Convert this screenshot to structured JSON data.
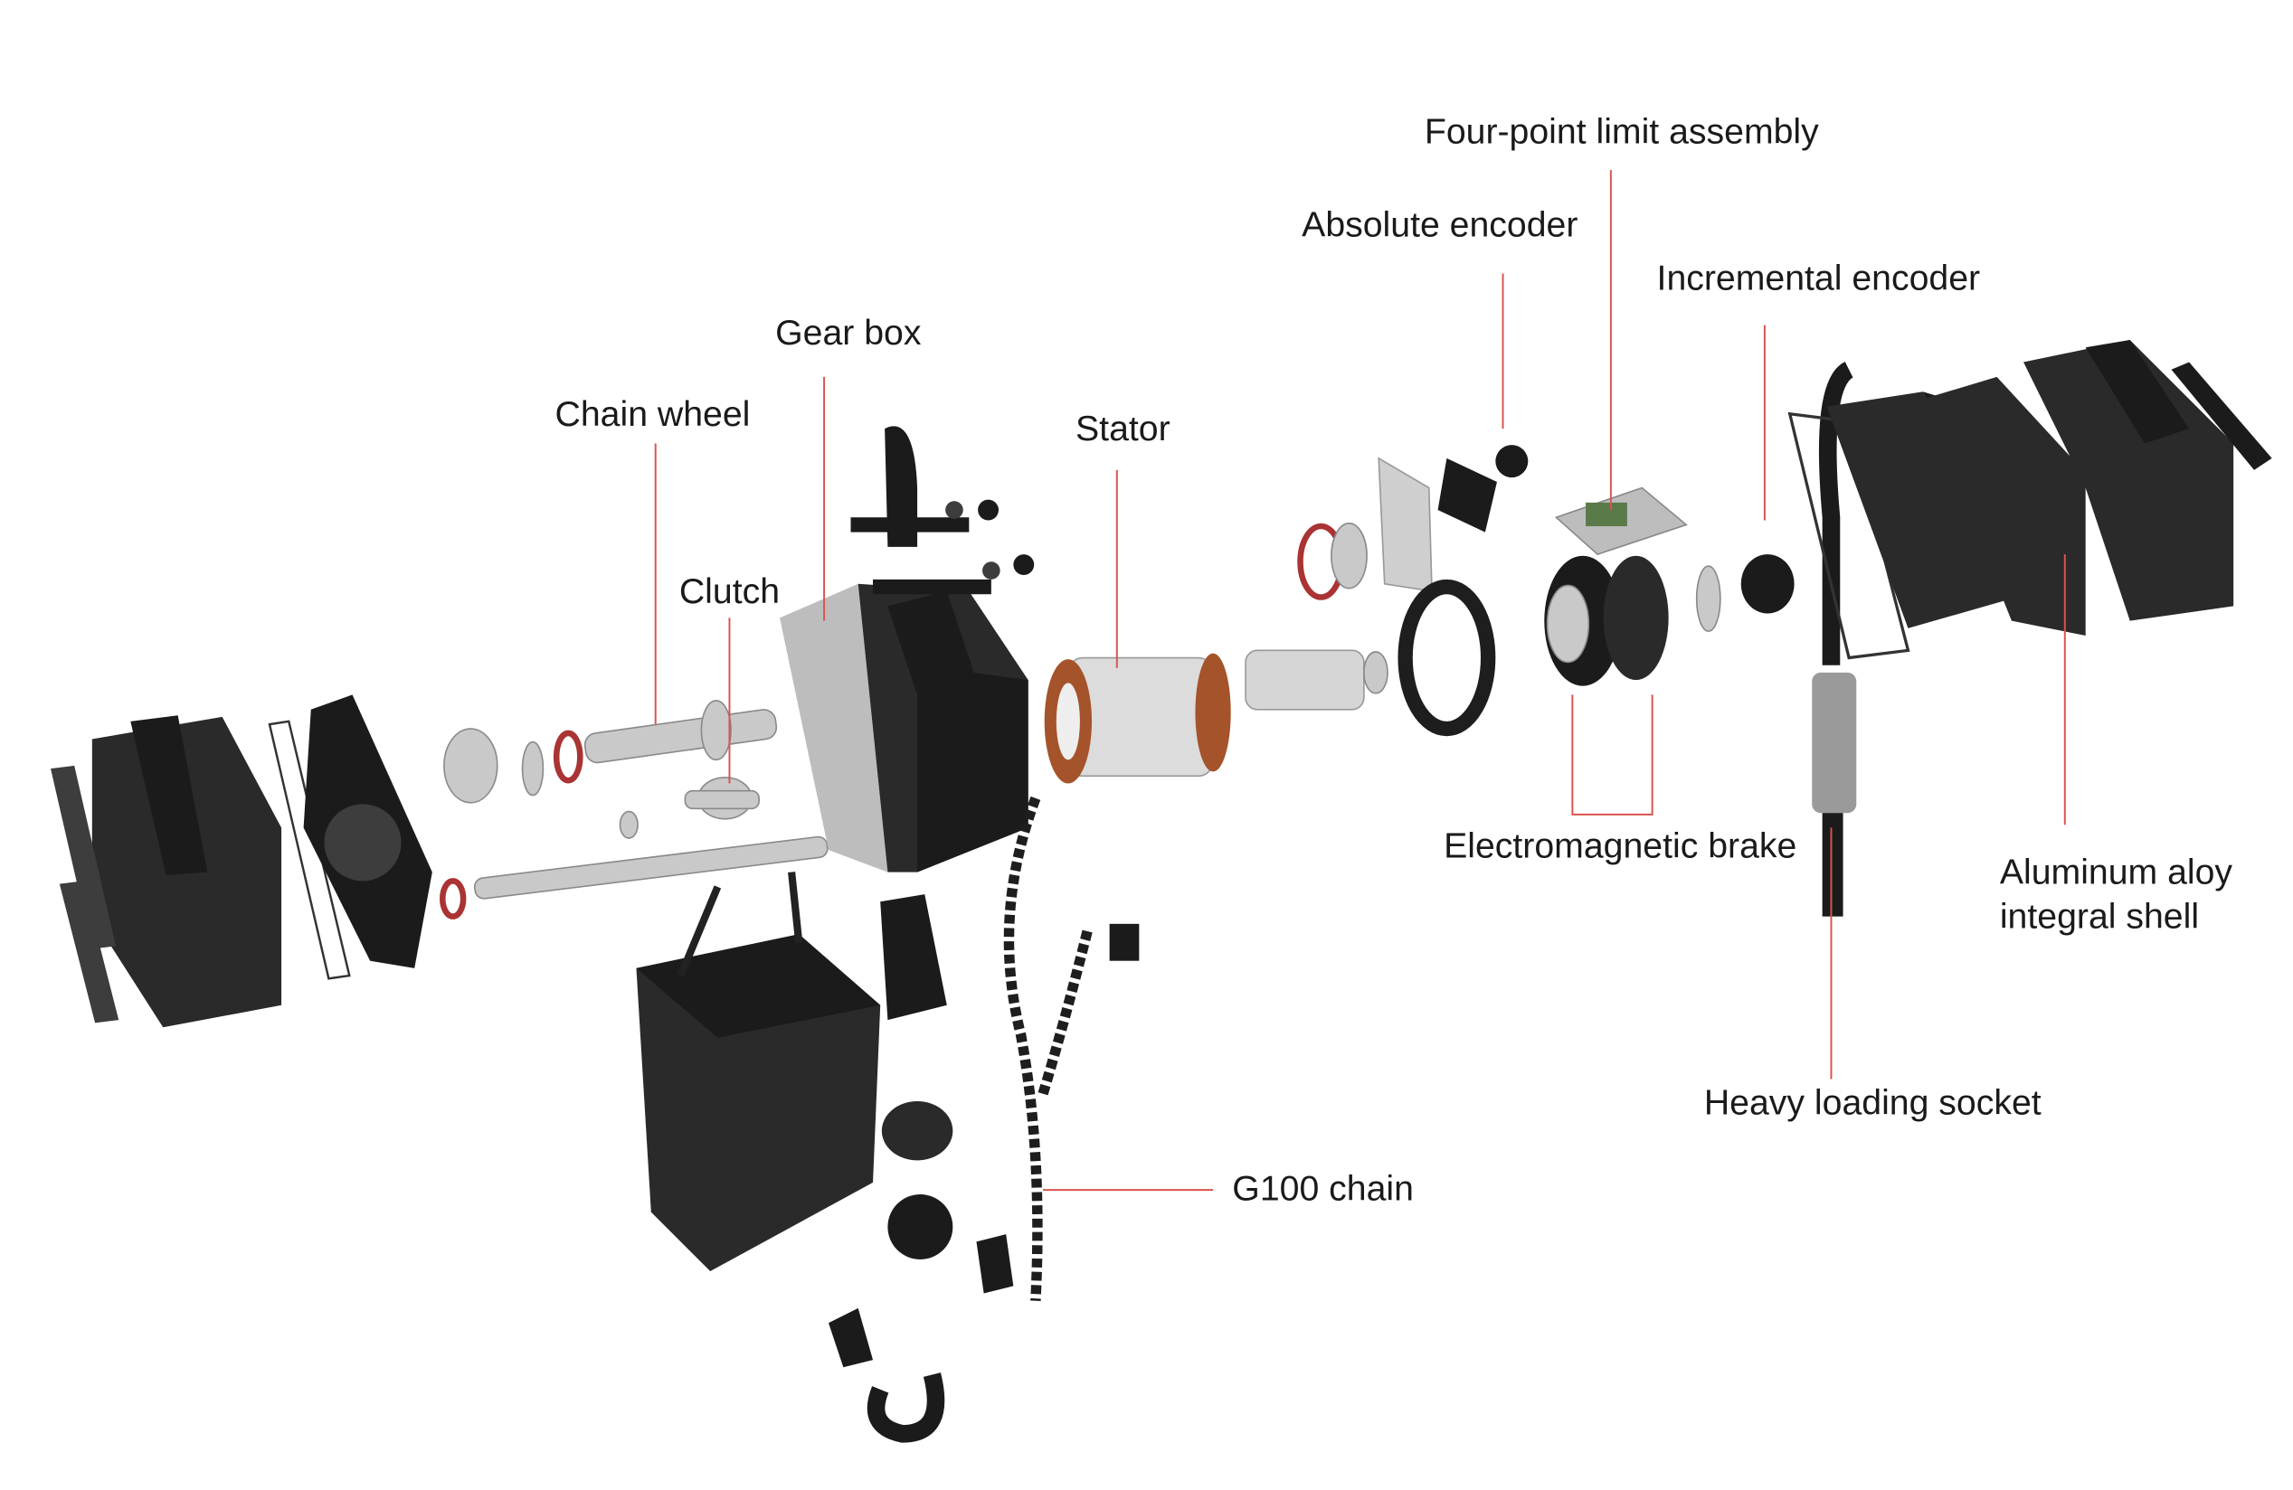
{
  "diagram": {
    "labels": {
      "four_point_limit": "Four-point limit assembly",
      "absolute_encoder": "Absolute encoder",
      "incremental_encoder": "Incremental encoder",
      "gear_box": "Gear box",
      "chain_wheel": "Chain wheel",
      "stator": "Stator",
      "clutch": "Clutch",
      "electromagnetic_brake": "Electromagnetic brake",
      "aluminum_shell_line1": "Aluminum aloy",
      "aluminum_shell_line2": "integral shell",
      "heavy_loading_socket": "Heavy loading socket",
      "g100_chain": "G100 chain"
    },
    "colors": {
      "leader_line": "#d9534f",
      "text": "#1a1a1a",
      "part_dark": "#2a2a2a",
      "copper": "#a5532a"
    }
  }
}
